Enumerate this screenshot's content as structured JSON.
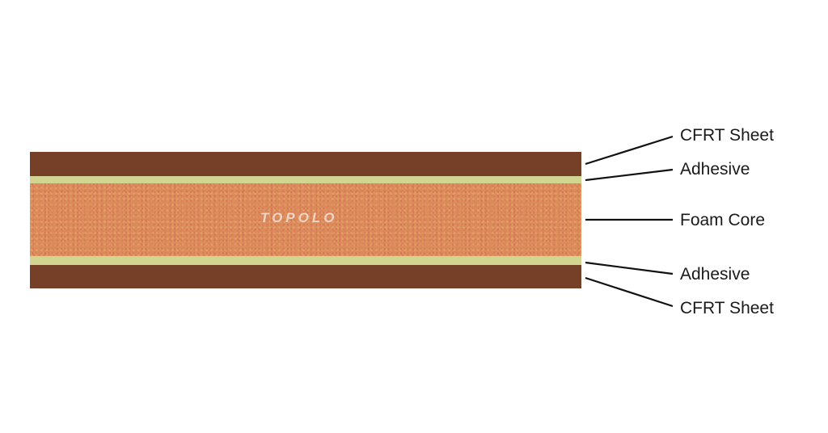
{
  "diagram": {
    "type": "layered-cross-section",
    "logo": "TOPOLO",
    "layers": [
      {
        "name": "CFRT Sheet",
        "color": "#763f27",
        "height": 30
      },
      {
        "name": "Adhesive",
        "color": "#d2d591",
        "height": 9
      },
      {
        "name": "Foam Core",
        "color": "#dc8a5c",
        "height": 90
      },
      {
        "name": "Adhesive",
        "color": "#d2d591",
        "height": 11
      },
      {
        "name": "CFRT Sheet",
        "color": "#763f27",
        "height": 29
      }
    ],
    "labels": [
      {
        "text": "CFRT Sheet"
      },
      {
        "text": "Adhesive"
      },
      {
        "text": "Foam Core"
      },
      {
        "text": "Adhesive"
      },
      {
        "text": "CFRT Sheet"
      }
    ]
  }
}
